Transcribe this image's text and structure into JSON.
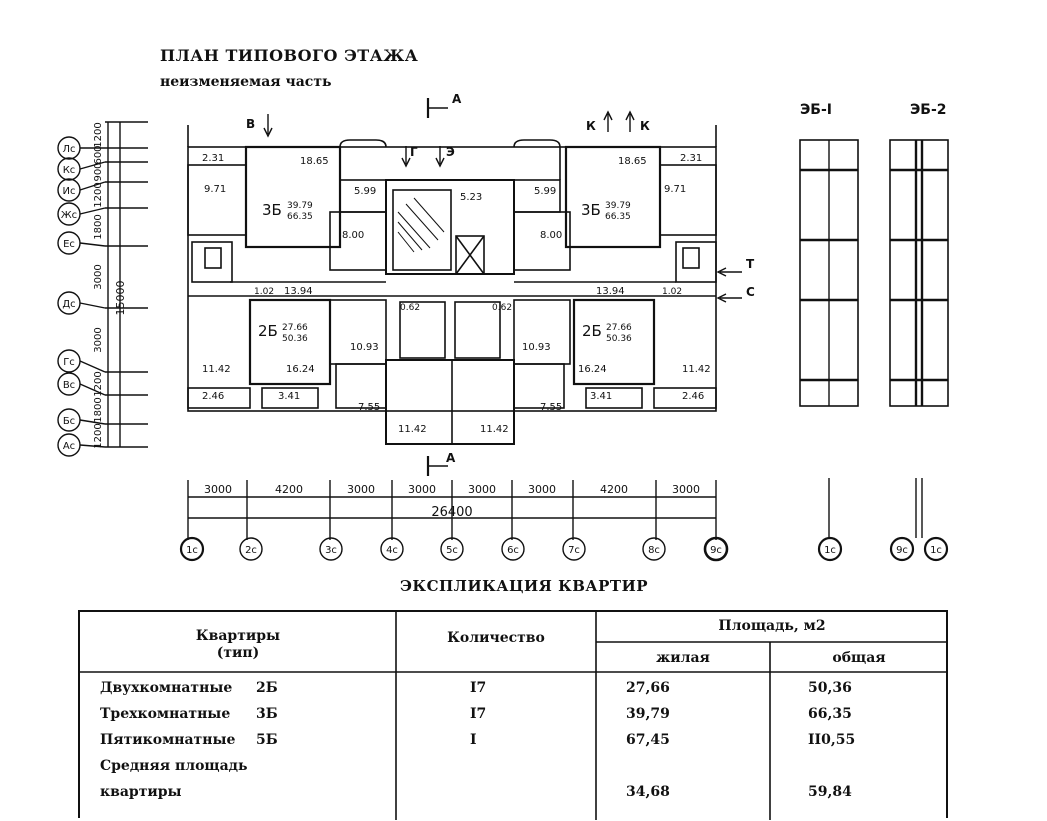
{
  "title": "ПЛАН ТИПОВОГО ЭТАЖА",
  "subtitle": "неизменяемая часть",
  "section_marks": {
    "a_top": "А",
    "a_bottom": "А",
    "b": "В",
    "g": "Г",
    "e": "Э",
    "k1": "К",
    "k2": "К",
    "t": "Т",
    "c": "С"
  },
  "elevations": {
    "eb1": "ЭБ-I",
    "eb2": "ЭБ-2"
  },
  "row_axes": [
    "Лс",
    "Кс",
    "Ис",
    "Жс",
    "Ес",
    "Дс",
    "Гс",
    "Вс",
    "Бс",
    "Ас"
  ],
  "row_dims": [
    "1200",
    "600",
    "900",
    "1200",
    "1800",
    "3000",
    "3000",
    "1200",
    "1800",
    "1200"
  ],
  "row_total": "15000",
  "col_axes": [
    "1с",
    "2с",
    "3с",
    "4с",
    "5с",
    "6с",
    "7с",
    "8с",
    "9с"
  ],
  "col_dims": [
    "3000",
    "4200",
    "3000",
    "3000",
    "3000",
    "3000",
    "4200",
    "3000"
  ],
  "col_total": "26400",
  "elev_axes": {
    "eb1": "1с",
    "eb2_left": "9с",
    "eb2_right": "1с"
  },
  "rooms": {
    "r231_l": "2.31",
    "r1865_l": "18.65",
    "r971_l": "9.71",
    "apt3b_l": "3Б",
    "apt3b_live_l": "39.79",
    "apt3b_tot_l": "66.35",
    "r599_l": "5.99",
    "r800_l": "8.00",
    "r523": "5.23",
    "r1394_l": "13.94",
    "r102_l": "1.02",
    "apt2b_l": "2Б",
    "apt2b_live_l": "27.66",
    "apt2b_tot_l": "50.36",
    "r1093_l": "10.93",
    "r062_l": "0.62",
    "r1142_l": "11.42",
    "r1624_l": "16.24",
    "r246_l": "2.46",
    "r341_l": "3.41",
    "r755_l": "7.55",
    "r1142_bl": "11.42",
    "r231_r": "2.31",
    "r1865_r": "18.65",
    "r971_r": "9.71",
    "apt3b_r": "3Б",
    "apt3b_live_r": "39.79",
    "apt3b_tot_r": "66.35",
    "r599_r": "5.99",
    "r800_r": "8.00",
    "r1394_r": "13.94",
    "r102_r": "1.02",
    "apt2b_r": "2Б",
    "apt2b_live_r": "27.66",
    "apt2b_tot_r": "50.36",
    "r1093_r": "10.93",
    "r062_r": "0.62",
    "r1142_r": "11.42",
    "r1624_r": "16.24",
    "r246_r": "2.46",
    "r341_r": "3.41",
    "r755_r": "7.55",
    "r1142_br": "11.42"
  },
  "table_title": "ЭКСПЛИКАЦИЯ КВАРТИР",
  "table": {
    "headers": {
      "type": "Квартиры",
      "type2": "(тип)",
      "count": "Количество",
      "area": "Площадь, м2",
      "living": "жилая",
      "total": "общая"
    },
    "rows": [
      {
        "name": "Двухкомнатные",
        "code": "2Б",
        "count": "I7",
        "living": "27,66",
        "total": "50,36"
      },
      {
        "name": "Трехкомнатные",
        "code": "3Б",
        "count": "I7",
        "living": "39,79",
        "total": "66,35"
      },
      {
        "name": "Пятикомнатные",
        "code": "5Б",
        "count": "I",
        "living": "67,45",
        "total": "II0,55"
      }
    ],
    "avg_label1": "Средняя площадь",
    "avg_label2": "квартиры",
    "avg_living": "34,68",
    "avg_total": "59,84"
  }
}
